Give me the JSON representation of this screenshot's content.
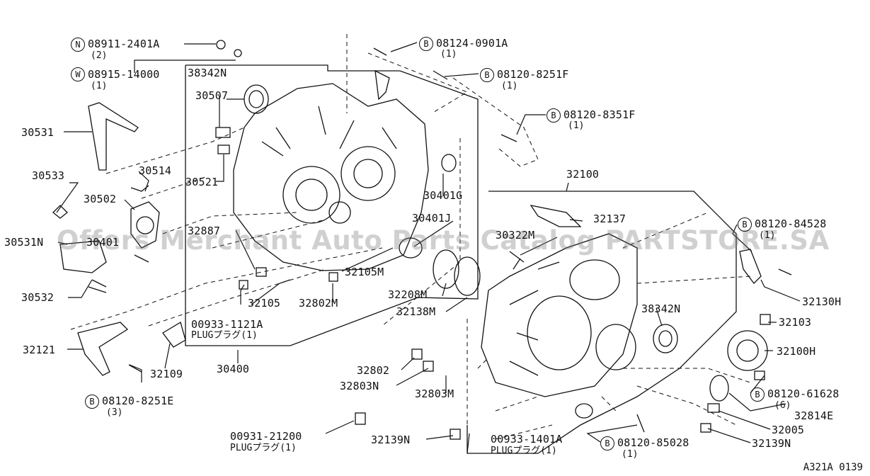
{
  "figure_code": "A321A 0139",
  "watermark": "Offers Merchant Auto Parts Catalog PARTSTORE.SA",
  "callouts": {
    "n_08911": {
      "marker": "N",
      "number": "08911-2401A",
      "qty": "(2)"
    },
    "w_08915": {
      "marker": "W",
      "number": "08915-14000",
      "qty": "(1)"
    },
    "b_08124": {
      "marker": "B",
      "number": "08124-0901A",
      "qty": "(1)"
    },
    "b_08120_8251f": {
      "marker": "B",
      "number": "08120-8251F",
      "qty": "(1)"
    },
    "b_08120_8351f": {
      "marker": "B",
      "number": "08120-8351F",
      "qty": "(1)"
    },
    "b_08120_84528": {
      "marker": "B",
      "number": "08120-84528",
      "qty": "(1)"
    },
    "b_08120_8251e": {
      "marker": "B",
      "number": "08120-8251E",
      "qty": "(3)"
    },
    "b_08120_61628": {
      "marker": "B",
      "number": "08120-61628",
      "qty": "(6)"
    },
    "b_08120_85028": {
      "marker": "B",
      "number": "08120-85028",
      "qty": "(1)"
    }
  },
  "parts": {
    "p38342n_top": "38342N",
    "p30507": "30507",
    "p30531": "30531",
    "p30533": "30533",
    "p30514": "30514",
    "p30502": "30502",
    "p30521": "30521",
    "p30531n": "30531N",
    "p30401": "30401",
    "p32887": "32887",
    "p30532": "30532",
    "p32121": "32121",
    "p32109": "32109",
    "p32105": "32105",
    "p32802m": "32802M",
    "p32105m": "32105M",
    "p30401g": "30401G",
    "p30401j": "30401J",
    "p32100": "32100",
    "p32137": "32137",
    "p30322m": "30322M",
    "p32208m": "32208M",
    "p32138m": "32138M",
    "p38342n_mid": "38342N",
    "p32130h": "32130H",
    "p32103": "32103",
    "p32100h": "32100H",
    "p32814e": "32814E",
    "p32005": "32005",
    "p32139n_right": "32139N",
    "p32802": "32802",
    "p32803n": "32803N",
    "p32803m": "32803M",
    "p32139n_left": "32139N",
    "p30400": "30400"
  },
  "plugs": {
    "plug_1121": {
      "number": "00933-1121A",
      "name": "PLUGプラグ(1)"
    },
    "plug_21200": {
      "number": "00931-21200",
      "name": "PLUGプラグ(1)"
    },
    "plug_1401": {
      "number": "00933-1401A",
      "name": "PLUGプラグ(1)"
    }
  }
}
